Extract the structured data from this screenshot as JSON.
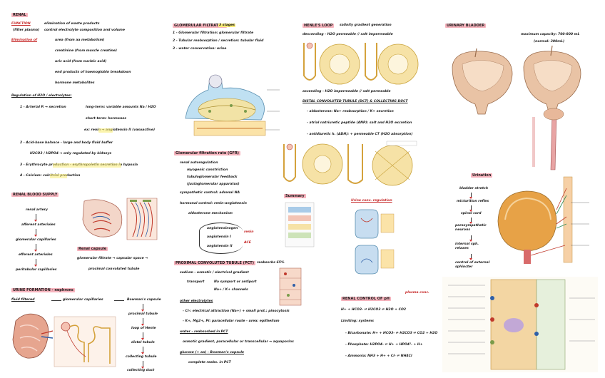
{
  "col1": {
    "main_title": "RENAL",
    "function_label": "FUNCTION",
    "function_sub": "(filter plasma)",
    "f1": "elimination of waste products",
    "f2": "control electrolyte composition and volume",
    "elimination_label": "Elimination of",
    "e1": "urea (from aa metabolism)",
    "e2": "creatinine (from muscle creatine)",
    "e3": "uric acid (from nucleic acid)",
    "e4": "end products of haemoglobin breakdown",
    "e5": "hormone metabolites",
    "regulation_label": "Regulation of H2O / electrolytes:",
    "r1": "1 - Arterial P. → secretion",
    "r1a": "long-term: variable amounts Na / H2O",
    "r1b": "short-term: hormones",
    "r1c": "ex: renin → angiotensin II (vasoactive)",
    "r2": "2 - Acid-base balance - large and body fluid buffer",
    "r2a": "H2CO3 / H2PO4 → only regulated by kidneys",
    "r3": "3 - Erythrocyte production - erythropoietin secretion in hypoxia",
    "r4": "4 - Calcium: calcitriol production",
    "blood_title": "RENAL BLOOD SUPPLY",
    "b1": "renal artery",
    "b2": "afferent arterioles",
    "b3": "glomerular capillaries",
    "b4": "efferent arterioles",
    "b5": "peritubular capillaries",
    "capsule_title": "Renal capsule",
    "capsule_text": "glomerular filtrate → capsular space →",
    "capsule_text2": "proximal convoluted tubule",
    "urine_title": "URINE FORMATION - nephrons",
    "u1": "fluid filtered",
    "u2": "glomerular capillaries",
    "u3": "Bowman's capsule",
    "u4": "proximal tubule",
    "u5": "loop of Henle",
    "u6": "distal tubule",
    "u7": "collecting tubule",
    "u8": "collecting duct"
  },
  "col2": {
    "gf_title": "GLOMERULAR FILTRATION",
    "gf_stages": "3 stages",
    "gf1": "1 - Glomerular filtration: glomerular filtrate",
    "gf2": "2 - Tubular reabsorption / secretion: tubular fluid",
    "gf3": "3 - water conservation: urine",
    "gfr_title": "Glomerular filtration rate (GFR)",
    "g1": "renal autoregulation",
    "g1a": "myogenic constriction",
    "g1b": "tubuloglomerular feedback",
    "g1c": "(juxtaglomerular apparatus)",
    "g2": "sympathetic control: adrenal NA",
    "g3": "hormonal control: renin-angiotensin",
    "g3a": "aldosterone mechanism",
    "g4": "angiotensinogen",
    "g5": "angiotensin I",
    "g6": "angiotensin II",
    "g_renin": "renin",
    "g_ace": "ACE",
    "pct_title": "PROXIMAL CONVOLUTED TUBULE (PCT)",
    "pct_sub": "reabsorbs 65%",
    "p1": "sodium - osmotic / electrical gradient",
    "p2": "transport",
    "p2a": "Na symport or antiport",
    "p2b": "Na+ / K+ channels",
    "p3": "other electrolytes",
    "p4": "- Cl-: electrical attraction (Na+) + small prot.: pinocytosis",
    "p5": "- K+, Mg2+, Pi: paracellular route - urea: epithelium",
    "p6": "water - reabsorbed in PCT",
    "p7": "osmotic gradient, paracellular or transcellular → aquaporins",
    "p8": "glucose (+ aa) - Bowman's capsule",
    "p9": "complete reabs. in PCT"
  },
  "col3": {
    "loop_title": "HENLE'S LOOP",
    "loop_sub": "salinity gradient generation",
    "desc": "descending - H2O permeable // salt impermeable",
    "asc": "ascending - H2O impermeable // salt permeable",
    "dct_title": "DISTAL CONVOLUTED TUBULE (DCT) & COLLECTING DUCT",
    "d1": "- aldosterone: Na+ reabsorption / K+ secretion",
    "d2": "- atrial natriuretic peptide (ANP): salt and H2O excretion",
    "d3": "- antidiuretic h. (ADH): + permeable CT (H2O absorption)",
    "summary": "Summary",
    "urine_reg": "Urine conc. regulation",
    "ph_title": "RENAL CONTROL OF pH",
    "ph_note": "plasma conc.",
    "ph1": "H+ + HCO3- ⇌ H2CO3 ⇌ H2O + CO2",
    "ph2": "Limiting: systems",
    "ph3": "- Bicarbonate: H+ + HCO3- ⇌ H2CO3 ⇌ CO2 + H2O",
    "ph4": "- Phosphate: H2PO4- ⇌ H+ + HPO4²- + H+",
    "ph5": "- Ammonia: NH3 + H+ + Cl- ⇌ NH4Cl"
  },
  "col4": {
    "bladder_title": "URINARY BLADDER",
    "capacity": "maximum capacity: 700-800 mL",
    "capacity2": "(normal: 300mL)",
    "micturition_title": "Urination",
    "m1": "bladder stretch",
    "m2": "micturition reflex",
    "m3": "spinal cord",
    "m4": "parasympathetic neurons",
    "m5": "internal sph. relaxes",
    "m6": "control of external sphincter"
  }
}
